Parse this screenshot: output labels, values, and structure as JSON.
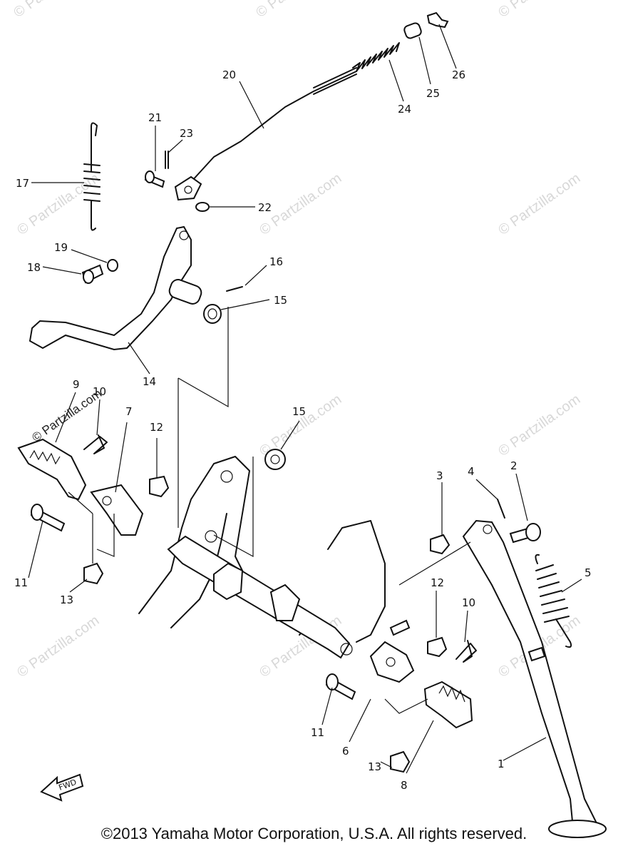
{
  "watermark": "© Partzilla.com",
  "fwd_label": "FWD",
  "callouts": [
    {
      "id": "c1",
      "text": "1"
    },
    {
      "id": "c2",
      "text": "2"
    },
    {
      "id": "c3",
      "text": "3"
    },
    {
      "id": "c4",
      "text": "4"
    },
    {
      "id": "c5",
      "text": "5"
    },
    {
      "id": "c6",
      "text": "6"
    },
    {
      "id": "c7",
      "text": "7"
    },
    {
      "id": "c8",
      "text": "8"
    },
    {
      "id": "c9",
      "text": "9"
    },
    {
      "id": "c10a",
      "text": "10"
    },
    {
      "id": "c10b",
      "text": "10"
    },
    {
      "id": "c11a",
      "text": "11"
    },
    {
      "id": "c11b",
      "text": "11"
    },
    {
      "id": "c12a",
      "text": "12"
    },
    {
      "id": "c12b",
      "text": "12"
    },
    {
      "id": "c13a",
      "text": "13"
    },
    {
      "id": "c13b",
      "text": "13"
    },
    {
      "id": "c14",
      "text": "14"
    },
    {
      "id": "c15a",
      "text": "15"
    },
    {
      "id": "c15b",
      "text": "15"
    },
    {
      "id": "c16",
      "text": "16"
    },
    {
      "id": "c17",
      "text": "17"
    },
    {
      "id": "c18",
      "text": "18"
    },
    {
      "id": "c19",
      "text": "19"
    },
    {
      "id": "c20",
      "text": "20"
    },
    {
      "id": "c21",
      "text": "21"
    },
    {
      "id": "c22",
      "text": "22"
    },
    {
      "id": "c23",
      "text": "23"
    },
    {
      "id": "c24",
      "text": "24"
    },
    {
      "id": "c25",
      "text": "25"
    },
    {
      "id": "c26",
      "text": "26"
    }
  ],
  "copyright": "©2013 Yamaha Motor Corporation, U.S.A. All rights reserved."
}
